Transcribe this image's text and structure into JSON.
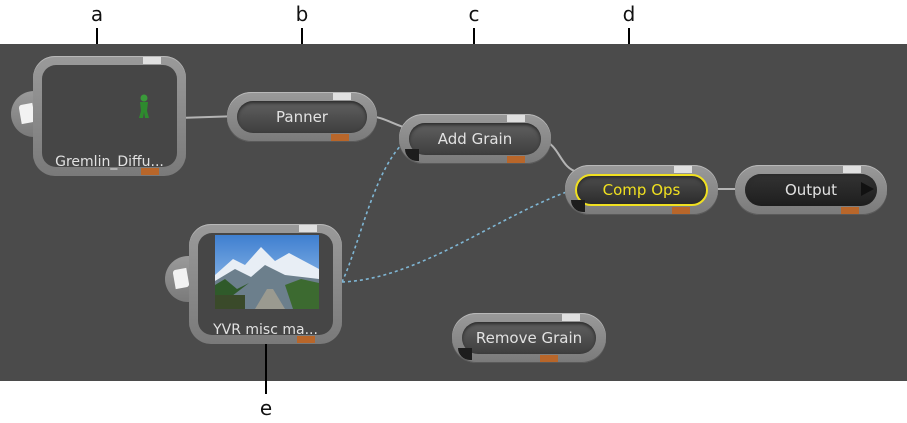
{
  "callouts": {
    "a": "a",
    "b": "b",
    "c": "c",
    "d": "d",
    "e": "e"
  },
  "nodes": {
    "gremlin": {
      "label": "Gremlin_Diffu..."
    },
    "panner": {
      "label": "Panner"
    },
    "add_grain": {
      "label": "Add Grain"
    },
    "comp_ops": {
      "label": "Comp Ops"
    },
    "output": {
      "label": "Output"
    },
    "yvr": {
      "label": "YVR misc ma..."
    },
    "remove_grain": {
      "label": "Remove Grain"
    }
  },
  "colors": {
    "canvas": "#4b4b4b",
    "selected_outline": "#f0e020",
    "orange_tab": "#b8662a",
    "wire": "#b4b4b4",
    "dashed_wire": "#7fb6d4"
  }
}
